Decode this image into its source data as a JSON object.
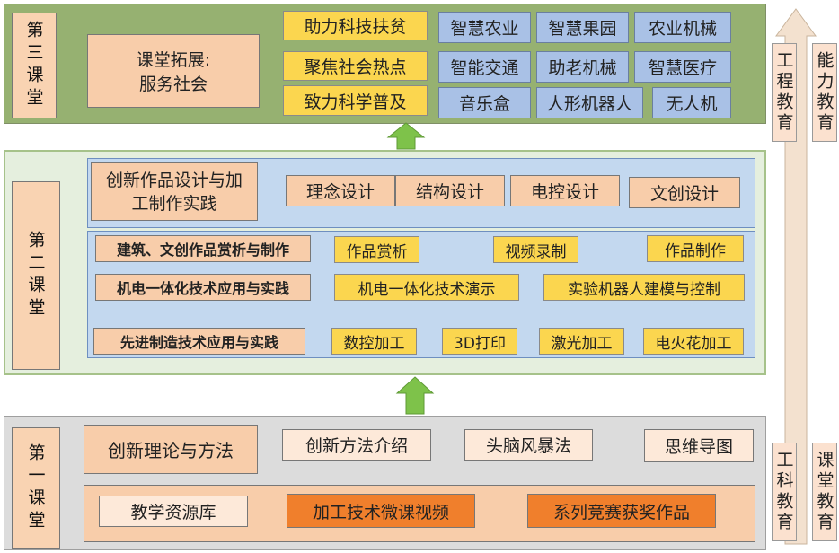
{
  "third_classroom": {
    "label": "第三课堂",
    "expand_title_line1": "课堂拓展:",
    "expand_title_line2": "服务社会",
    "yellow_items": [
      "助力科技扶贫",
      "聚焦社会热点",
      "致力科学普及"
    ],
    "blue_items": [
      "智慧农业",
      "智慧果园",
      "农业机械",
      "智能交通",
      "助老机械",
      "智慧医疗",
      "音乐盒",
      "人形机器人",
      "无人机"
    ]
  },
  "second_classroom": {
    "label": "第二课堂",
    "innovation_title_line1": "创新作品设计与加",
    "innovation_title_line2": "工制作实践",
    "design_items": [
      "理念设计",
      "结构设计",
      "电控设计",
      "文创设计"
    ],
    "rows": [
      {
        "title": "建筑、文创作品赏析与制作",
        "items": [
          "作品赏析",
          "视频录制",
          "作品制作"
        ]
      },
      {
        "title": "机电一体化技术应用与实践",
        "items": [
          "机电一体化技术演示",
          "实验机器人建模与控制"
        ]
      },
      {
        "title": "先进制造技术应用与实践",
        "items": [
          "数控加工",
          "3D打印",
          "激光加工",
          "电火花加工"
        ]
      }
    ]
  },
  "first_classroom": {
    "label": "第一课堂",
    "theory_title": "创新理论与方法",
    "theory_items": [
      "创新方法介绍",
      "头脑风暴法",
      "思维导图"
    ],
    "resource_title": "教学资源库",
    "resource_items": [
      "加工技术微课视频",
      "系列竞赛获奖作品"
    ]
  },
  "side_tags": {
    "top_left": "工程教育",
    "top_right": "能力教育",
    "bottom_left": "工科教育",
    "bottom_right": "课堂教育"
  },
  "colors": {
    "section3_bg": "#96b171",
    "section2_bg": "#e5efde",
    "section1_bg": "#dcdcdc",
    "arrow_green": "#7ec24a",
    "side_arrow": "#f3e1cf"
  }
}
